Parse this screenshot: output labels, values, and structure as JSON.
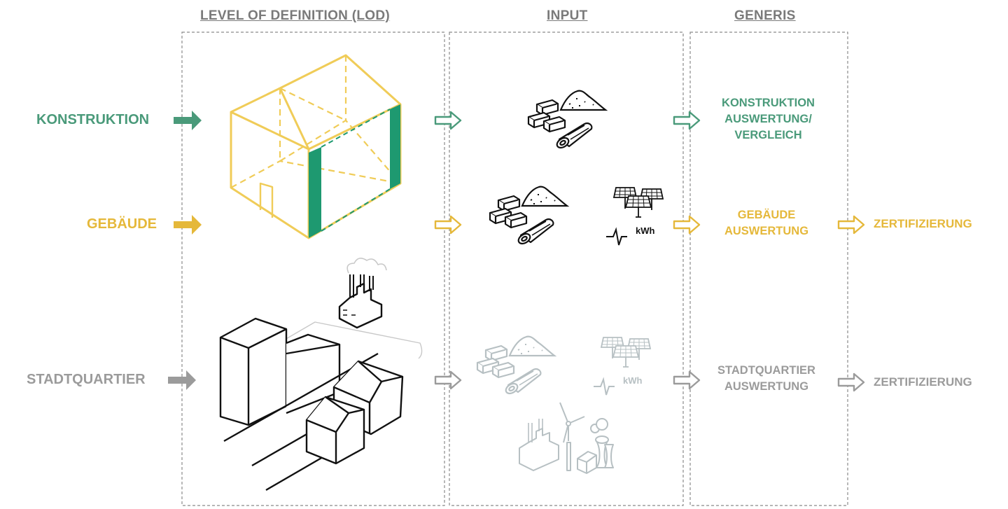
{
  "colors": {
    "konstruktion": "#4a9a7a",
    "gebaeude": "#e5b83a",
    "stadtquartier": "#9b9b9b",
    "house_outline": "#f0cc58",
    "wall_fill": "#1e9970",
    "column_title": "#7a7a7a",
    "sketch": "#111111",
    "faded_icons": "#b7c0c3"
  },
  "columns": {
    "lod": "LEVEL OF DEFINITION (LOD)",
    "input": "INPUT",
    "generis": "GENERIS"
  },
  "rows": {
    "konstruktion": {
      "label": "KONSTRUKTION",
      "result_line1": "KONSTRUKTION",
      "result_line2": "AUSWERTUNG/",
      "result_line3": "VERGLEICH"
    },
    "gebaeude": {
      "label": "GEBÄUDE",
      "result_line1": "GEBÄUDE",
      "result_line2": "AUSWERTUNG",
      "certification": "ZERTIFIZIERUNG",
      "energy_unit": "kWh"
    },
    "stadtquartier": {
      "label": "STADTQUARTIER",
      "result_line1": "STADTQUARTIER",
      "result_line2": "AUSWERTUNG",
      "certification": "ZERTIFIZIERUNG",
      "energy_unit": "kWh"
    }
  },
  "icons": {
    "input_materials": [
      "brick-stack-icon",
      "gravel-pile-icon",
      "timber-log-icon"
    ],
    "input_energy": [
      "solar-panel-icon",
      "power-signal-icon"
    ],
    "input_district": [
      "factory-icon",
      "wind-turbine-icon",
      "cooling-tower-icon"
    ],
    "flow_arrows": [
      "solid-arrow-icon",
      "outline-arrow-icon"
    ]
  }
}
